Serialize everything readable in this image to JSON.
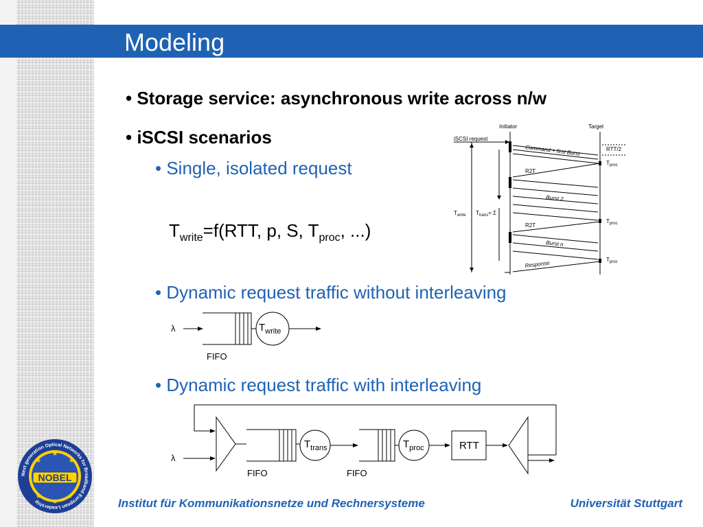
{
  "title": "Modeling",
  "bullets": {
    "b1": "Storage service: asynchronous write across n/w",
    "b2": "iSCSI scenarios",
    "s1": "Single, isolated request",
    "s2": "Dynamic request traffic without interleaving",
    "s3": "Dynamic request traffic with interleaving"
  },
  "formula": {
    "t": "T",
    "write": "write",
    "mid": "=f(RTT, p, S, T",
    "proc": "proc",
    "end": ", ...)"
  },
  "timing": {
    "initiator": "Initiator",
    "target": "Target",
    "request": "iSCSI request",
    "cmd": "Command + first Burst",
    "rtt2": "RTT/2",
    "tproc": "T",
    "proc_sub": "proc",
    "r2t": "R2T",
    "burst2": "Burst 2",
    "burstn": "Burst n",
    "response": "Response",
    "twrite_t": "T",
    "twrite_sub": "write",
    "ttrans_t": "T",
    "ttrans_sub": "trans",
    "ttrans_eq": "= Σ"
  },
  "queue1": {
    "lambda": "λ",
    "fifo": "FIFO",
    "server_t": "T",
    "server_sub": "write"
  },
  "queue2": {
    "lambda": "λ",
    "fifo1": "FIFO",
    "fifo2": "FIFO",
    "trans_t": "T",
    "trans_sub": "trans",
    "proc_t": "T",
    "proc_sub": "proc",
    "rtt": "RTT"
  },
  "logo": {
    "text": "NOBEL",
    "ring": "Next generation Optical Networks for Broadband European Leadership"
  },
  "footer": {
    "left": "Institut für Kommunikationsnetze und Rechnersysteme",
    "right": "Universität Stuttgart"
  },
  "colors": {
    "accent": "#1f62b3",
    "title_text": "#ffffff"
  }
}
